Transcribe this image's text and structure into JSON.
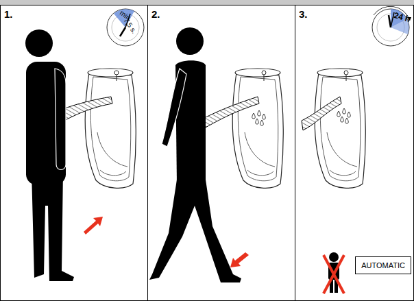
{
  "diagram": {
    "nodes": [
      {
        "text": [
          "1."
        ]
      },
      {
        "text": [
          "2."
        ]
      },
      {
        "text": [
          "3."
        ]
      },
      {
        "text": [
          "AUTOMATIC"
        ],
        "in": 2
      }
    ],
    "labels": [
      "min.",
      "7,5 s.",
      "24 h"
    ]
  }
}
